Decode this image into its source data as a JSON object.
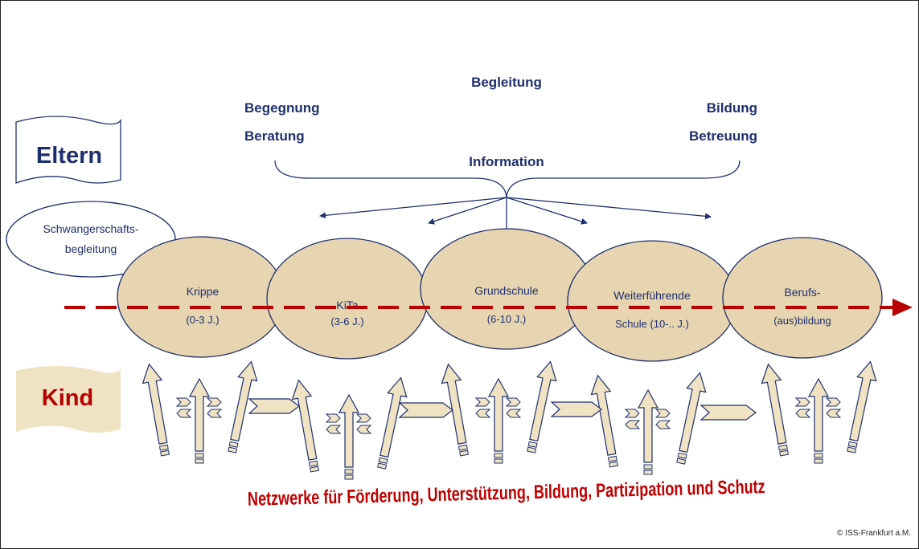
{
  "parents_label": "Eltern",
  "child_label": "Kind",
  "pregnancy_label_line1": "Schwangerschafts-",
  "pregnancy_label_line2": "begleitung",
  "services": {
    "top": "Begleitung",
    "left_1": "Begegnung",
    "left_2": "Beratung",
    "right_1": "Bildung",
    "right_2": "Betreuung",
    "center": "Information"
  },
  "stages": [
    {
      "line1": "Krippe",
      "line2": "(0-3 J.)"
    },
    {
      "line1": "KiTa",
      "line2": "(3-6 J.)"
    },
    {
      "line1": "Grundschule",
      "line2": "(6-10 J.)"
    },
    {
      "line1": "Weiterführende",
      "line2": "Schule (10-.. J.)"
    },
    {
      "line1": "Berufs-",
      "line2": "(aus)bildung"
    }
  ],
  "network_caption": "Netzwerke für Förderung, Unterstützung, Bildung, Partizipation und Schutz",
  "copyright": "© ISS-Frankfurt a.M.",
  "colors": {
    "navy": "#1f2f6e",
    "red": "#b80000",
    "ellipse_fill": "#e6d5b0",
    "arrow_fill": "#efe3c4"
  }
}
